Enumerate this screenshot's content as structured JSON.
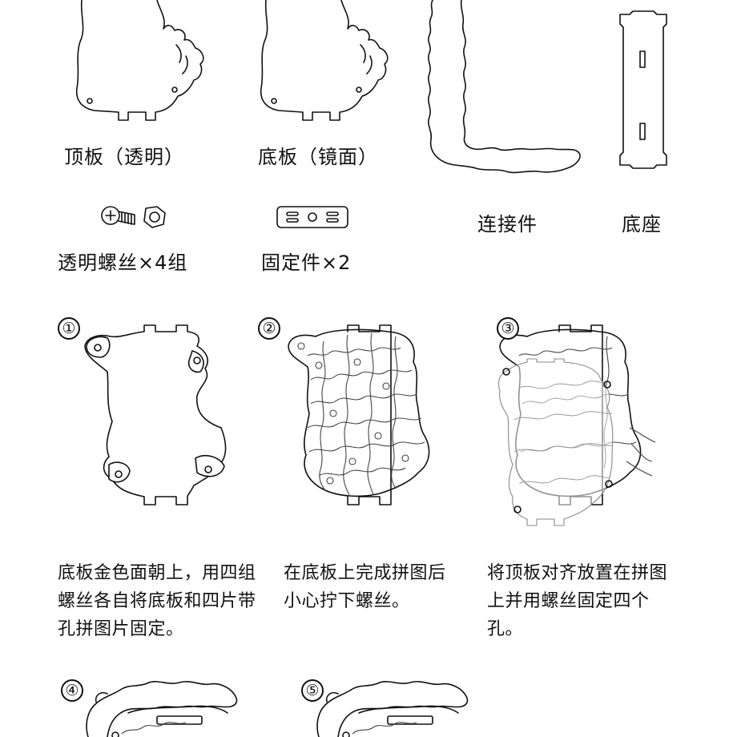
{
  "parts": {
    "top_board": "顶板（透明）",
    "bottom_board": "底板（镜面）",
    "screws": "透明螺丝×4组",
    "fixing_piece": "固定件×2",
    "connector": "连接件",
    "base": "底座"
  },
  "steps": [
    {
      "number": "①",
      "text": "底板金色面朝上，用四组螺丝各自将底板和四片带孔拼图片固定。"
    },
    {
      "number": "②",
      "text": "在底板上完成拼图后小心拧下螺丝。"
    },
    {
      "number": "③",
      "text": "将顶板对齐放置在拼图上并用螺丝固定四个孔。"
    },
    {
      "number": "④",
      "text": ""
    },
    {
      "number": "⑤",
      "text": ""
    }
  ]
}
